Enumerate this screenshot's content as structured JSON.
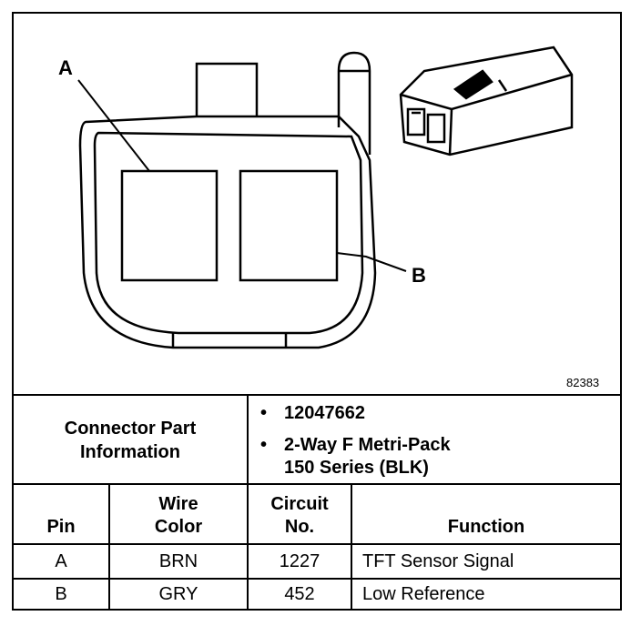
{
  "figure_number": "82383",
  "callouts": {
    "pin_a": "A",
    "pin_b": "B"
  },
  "connector_info": {
    "label_line1": "Connector Part",
    "label_line2": "Information",
    "part_number": "12047662",
    "description_line1": "2-Way F Metri-Pack",
    "description_line2": "150 Series (BLK)",
    "bullet": "•"
  },
  "table": {
    "headers": {
      "pin": "Pin",
      "wire_color_line1": "Wire",
      "wire_color_line2": "Color",
      "circuit_line1": "Circuit",
      "circuit_line2": "No.",
      "function": "Function"
    },
    "rows": [
      {
        "pin": "A",
        "wire_color": "BRN",
        "circuit": "1227",
        "function": "TFT Sensor Signal"
      },
      {
        "pin": "B",
        "wire_color": "GRY",
        "circuit": "452",
        "function": "Low Reference"
      }
    ]
  }
}
